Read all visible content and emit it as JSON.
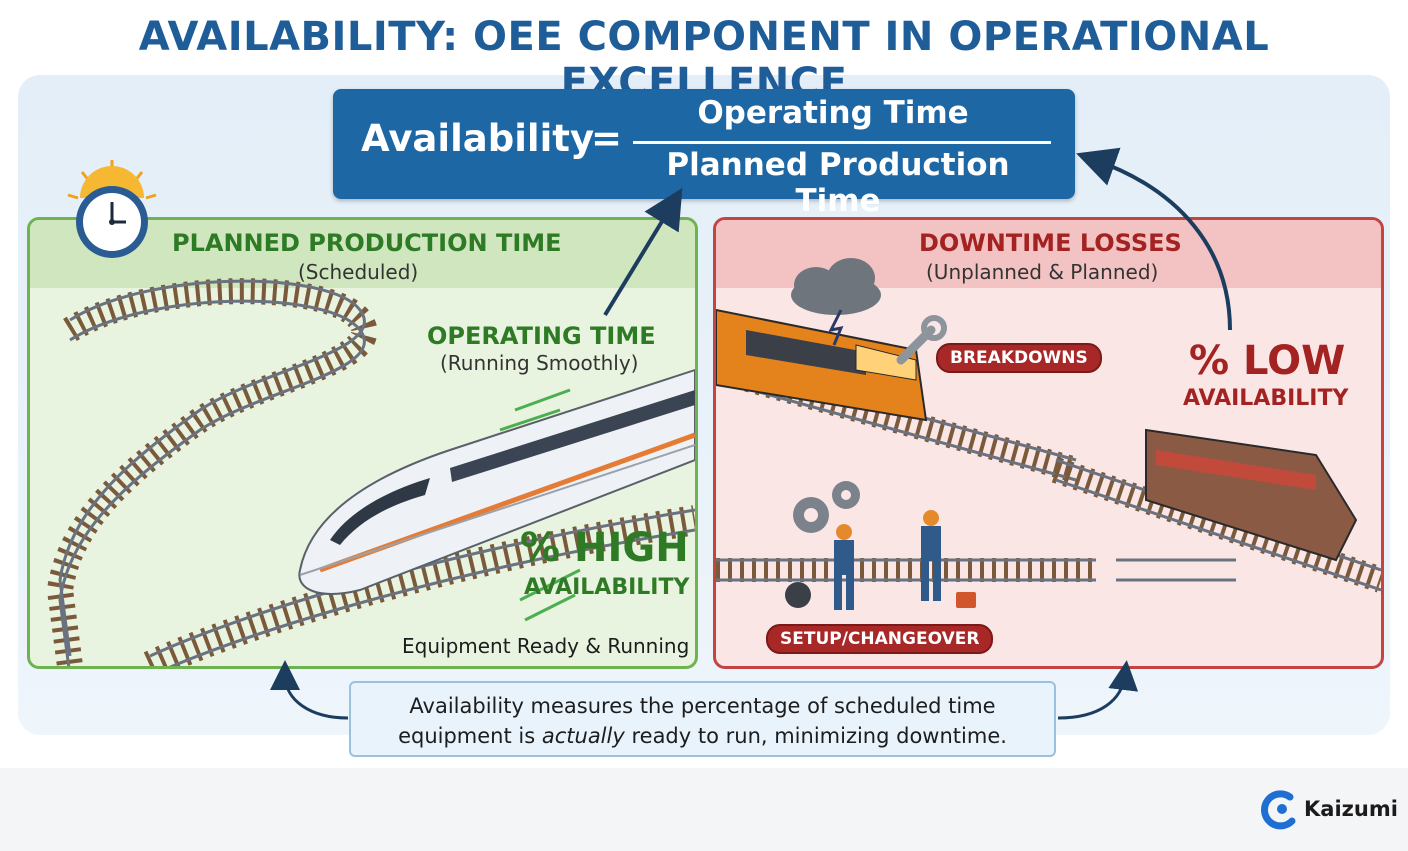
{
  "title": "AVAILABILITY: OEE COMPONENT IN OPERATIONAL EXCELLENCE",
  "formula": {
    "lhs": "Availability",
    "equals": "=",
    "numerator": "Operating Time",
    "denominator": "Planned Production Time"
  },
  "left_panel": {
    "title": "PLANNED PRODUCTION TIME",
    "subtitle": "(Scheduled)",
    "operating_title": "OPERATING TIME",
    "operating_sub": "(Running Smoothly)",
    "metric": "% HIGH",
    "metric_sub": "AVAILABILITY",
    "caption": "Equipment Ready & Running",
    "colors": {
      "border": "#6fb350",
      "text": "#2f7a25"
    }
  },
  "right_panel": {
    "title": "DOWNTIME LOSSES",
    "subtitle": "(Unplanned & Planned)",
    "breakdowns": "BREAKDOWNS",
    "setup": "SETUP/CHANGEOVER",
    "metric": "% LOW",
    "metric_sub": "AVAILABILITY",
    "colors": {
      "border": "#c44444",
      "text": "#a32222"
    }
  },
  "summary": {
    "line1": "Availability measures the percentage of scheduled time",
    "line2_pre": "equipment is ",
    "line2_em": "actually",
    "line2_post": " ready to run, minimizing downtime."
  },
  "brand": {
    "name": "Kaizumi"
  },
  "icons": [
    "clock-icon",
    "storm-cloud-icon",
    "wrench-icon",
    "gear-icon",
    "arrow-icon"
  ]
}
